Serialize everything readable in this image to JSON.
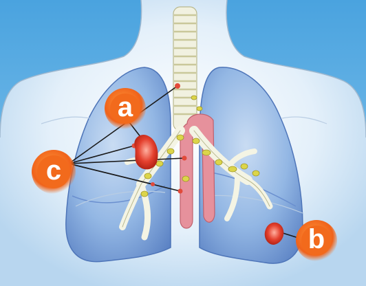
{
  "markers": {
    "a": {
      "label": "a"
    },
    "b": {
      "label": "b"
    },
    "c": {
      "label": "c"
    }
  },
  "colors": {
    "background": "#5fb0e6",
    "skin": "#d2e6f5",
    "lung": "#8fb6e4",
    "lung_shade": "#5e88c8",
    "airway": "#f2f2dc",
    "vessel": "#e48a96",
    "lesion": "#e03a2a",
    "marker": "#f26a1c",
    "node": "#d8d34a"
  }
}
